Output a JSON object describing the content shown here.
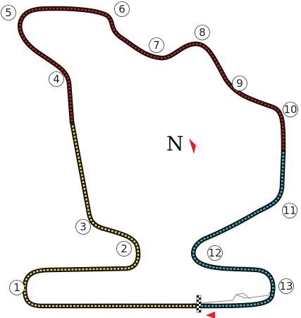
{
  "map": {
    "north": {
      "label": "N",
      "arrow_color": "#e8201a"
    },
    "sector_colors": {
      "sector1": "#f0e020",
      "sector2": "#d81e1e",
      "sector3": "#28c4d8"
    },
    "corners": [
      "1",
      "2",
      "3",
      "4",
      "5",
      "6",
      "7",
      "8",
      "9",
      "10",
      "11",
      "12",
      "13"
    ],
    "start_finish": {
      "marker": "checkered",
      "direction_arrow_color": "#e8201a"
    }
  }
}
